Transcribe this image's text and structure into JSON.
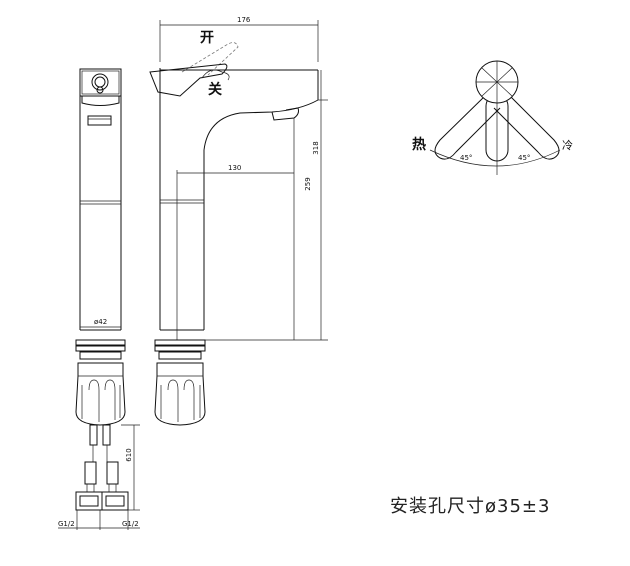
{
  "dimensions": {
    "width_top": "176",
    "height_total": "318",
    "spout_reach": "130",
    "spout_height": "259",
    "body_diameter": "ø42",
    "hose_length": "610",
    "thread_left": "G1/2",
    "thread_right": "G1/2"
  },
  "handle_labels": {
    "open": "开",
    "close": "关"
  },
  "temperature_labels": {
    "hot": "热",
    "cold": "冷",
    "angle_left": "45°",
    "angle_right": "45°"
  },
  "caption": "安装孔尺寸ø35±3"
}
